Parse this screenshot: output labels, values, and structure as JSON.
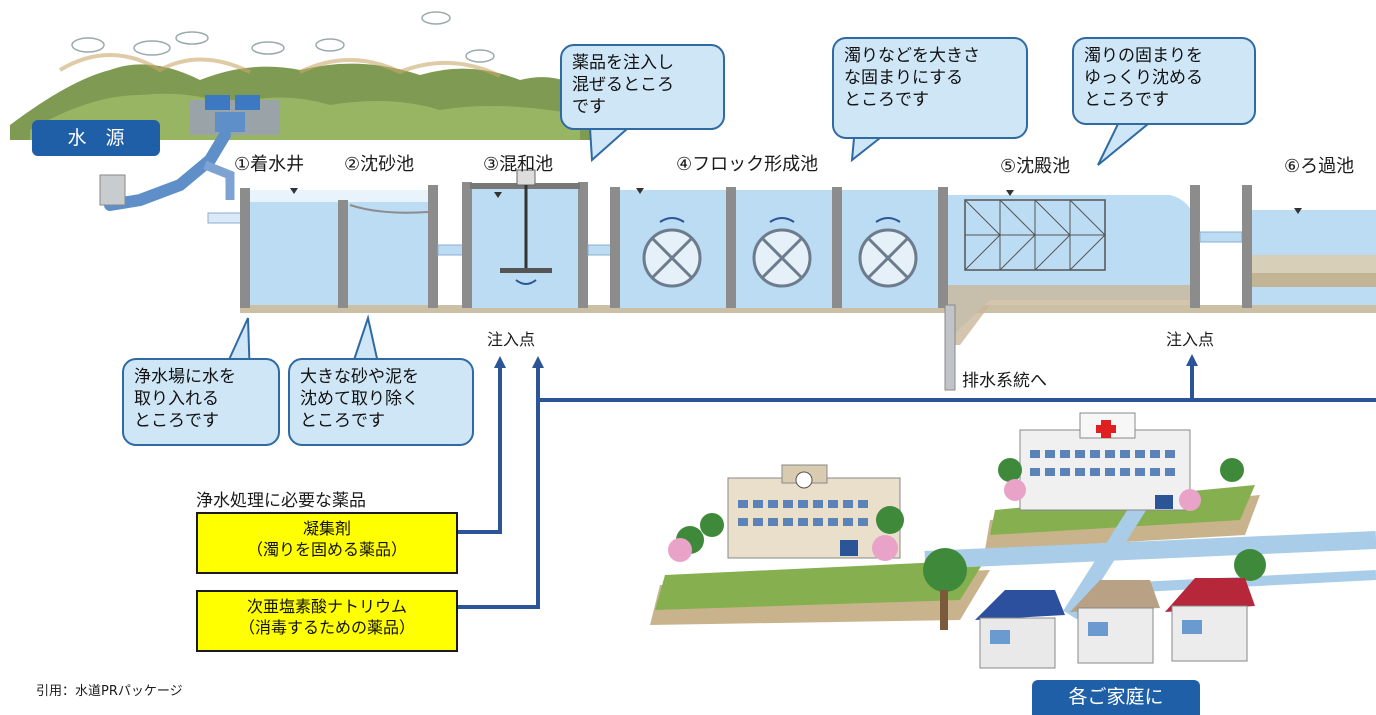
{
  "source_label": "水　源",
  "stages": [
    {
      "id": "1",
      "label": "①着水井"
    },
    {
      "id": "2",
      "label": "②沈砂池"
    },
    {
      "id": "3",
      "label": "③混和池"
    },
    {
      "id": "4",
      "label": "④フロック形成池"
    },
    {
      "id": "5",
      "label": "⑤沈殿池"
    },
    {
      "id": "6",
      "label": "⑥ろ過池"
    }
  ],
  "callouts": {
    "c1": "浄水場に水を\n取り入れる\nところです",
    "c2": "大きな砂や泥を\n沈めて取り除く\nところです",
    "c3": "薬品を注入し\n混ぜるところ\nです",
    "c4": "濁りなどを大きさ\nな固まりにする\nところです",
    "c5": "濁りの固まりを\nゆっくり沈める\nところです"
  },
  "injection_point_1": "注入点",
  "injection_point_2": "注入点",
  "drain_label": "排水系統へ",
  "chemicals_title": "浄水処理に必要な薬品",
  "chemicals": [
    {
      "name": "凝集剤",
      "desc": "（濁りを固める薬品）"
    },
    {
      "name": "次亜塩素酸ナトリウム",
      "desc": "（消毒するための薬品）"
    }
  ],
  "destination_label": "各ご家庭に",
  "citation": "引用：水道PRパッケージ",
  "colors": {
    "water": "#bcdcf3",
    "pipe": "#2c5597",
    "chem_box": "#ffff00",
    "label_box": "#1f5fa8",
    "callout_fill": "#cfe6f7"
  }
}
